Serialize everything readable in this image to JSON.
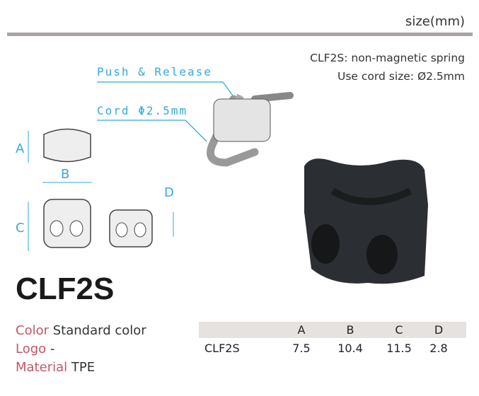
{
  "header": {
    "size_unit": "size(mm)"
  },
  "notes": [
    "CLF2S: non-magnetic spring",
    "Use cord size: Ø2.5mm"
  ],
  "diagram": {
    "push_label": "Push & Release",
    "cord_label": "Cord Φ2.5mm",
    "dims": [
      "A",
      "B",
      "C",
      "D"
    ]
  },
  "product": {
    "name": "CLF2S"
  },
  "specs": [
    {
      "key": "Color",
      "value": "Standard color"
    },
    {
      "key": "Logo",
      "value": "-"
    },
    {
      "key": "Material",
      "value": "TPE"
    }
  ],
  "table": {
    "headers": [
      "",
      "A",
      "B",
      "C",
      "D"
    ],
    "rows": [
      [
        "CLF2S",
        "7.5",
        "10.4",
        "11.5",
        "2.8"
      ]
    ]
  },
  "colors": {
    "accent_pink": "#c45666",
    "diagram_blue": "#35a9de",
    "rule_gray": "#a9a3a3"
  }
}
